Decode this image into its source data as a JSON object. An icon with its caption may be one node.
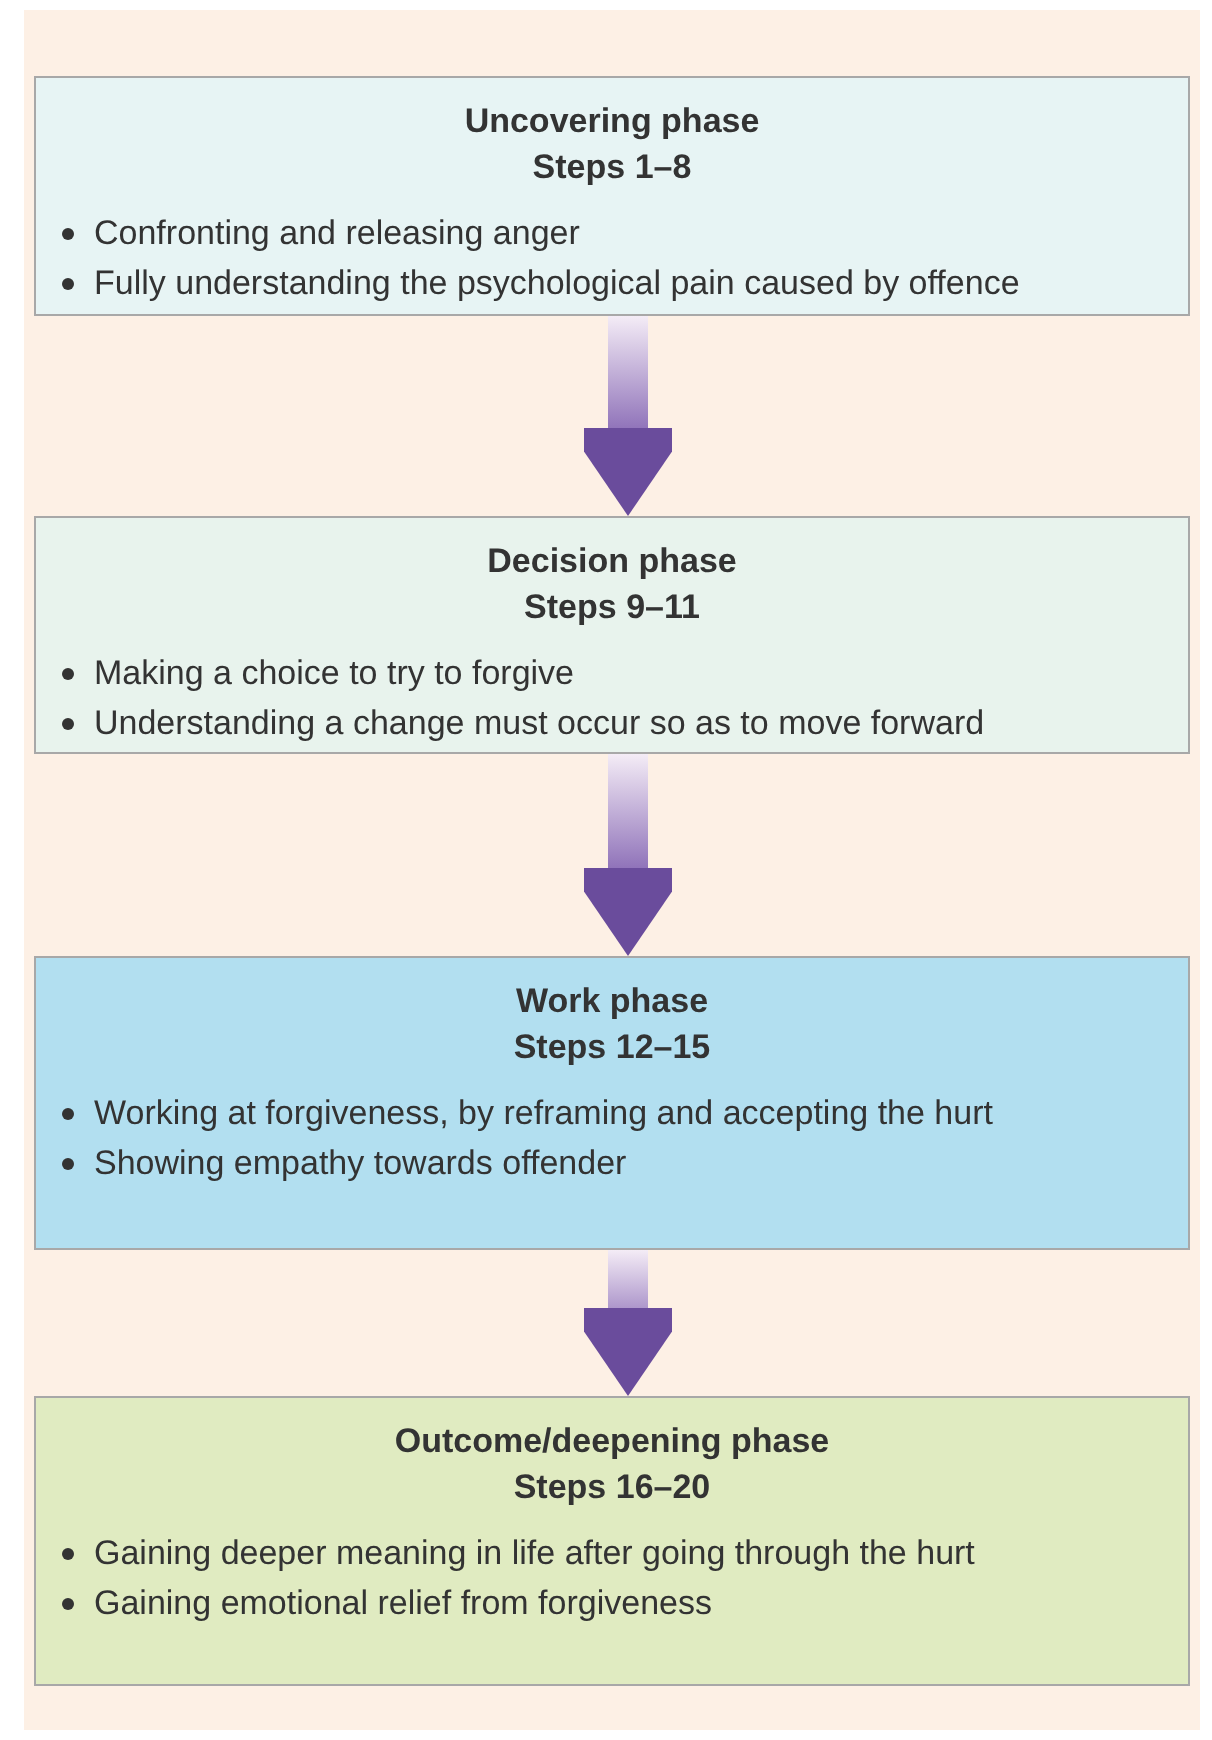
{
  "diagram": {
    "nodes": [
      {
        "text": [
          "Uncovering phase",
          "Steps 1–8",
          "Confronting and releasing anger",
          "Fully understanding the psychological pain caused by offence"
        ]
      },
      {
        "text": [
          "Decision phase",
          "Steps 9–11",
          "Making a choice to try to forgive",
          "Understanding a change must occur so as to move forward"
        ]
      },
      {
        "text": [
          "Work phase",
          "Steps 12–15",
          "Working at forgiveness, by reframing and accepting the hurt",
          "Showing empathy towards offender"
        ]
      },
      {
        "text": [
          "Outcome/deepening phase",
          "Steps 16–20",
          "Gaining deeper meaning in life after going through the hurt",
          "Gaining emotional relief from forgiveness"
        ]
      }
    ],
    "edges": [
      {
        "from": 0,
        "to": 1,
        "arrow": "to"
      },
      {
        "from": 1,
        "to": 2,
        "arrow": "to"
      },
      {
        "from": 2,
        "to": 3,
        "arrow": "to"
      }
    ]
  }
}
